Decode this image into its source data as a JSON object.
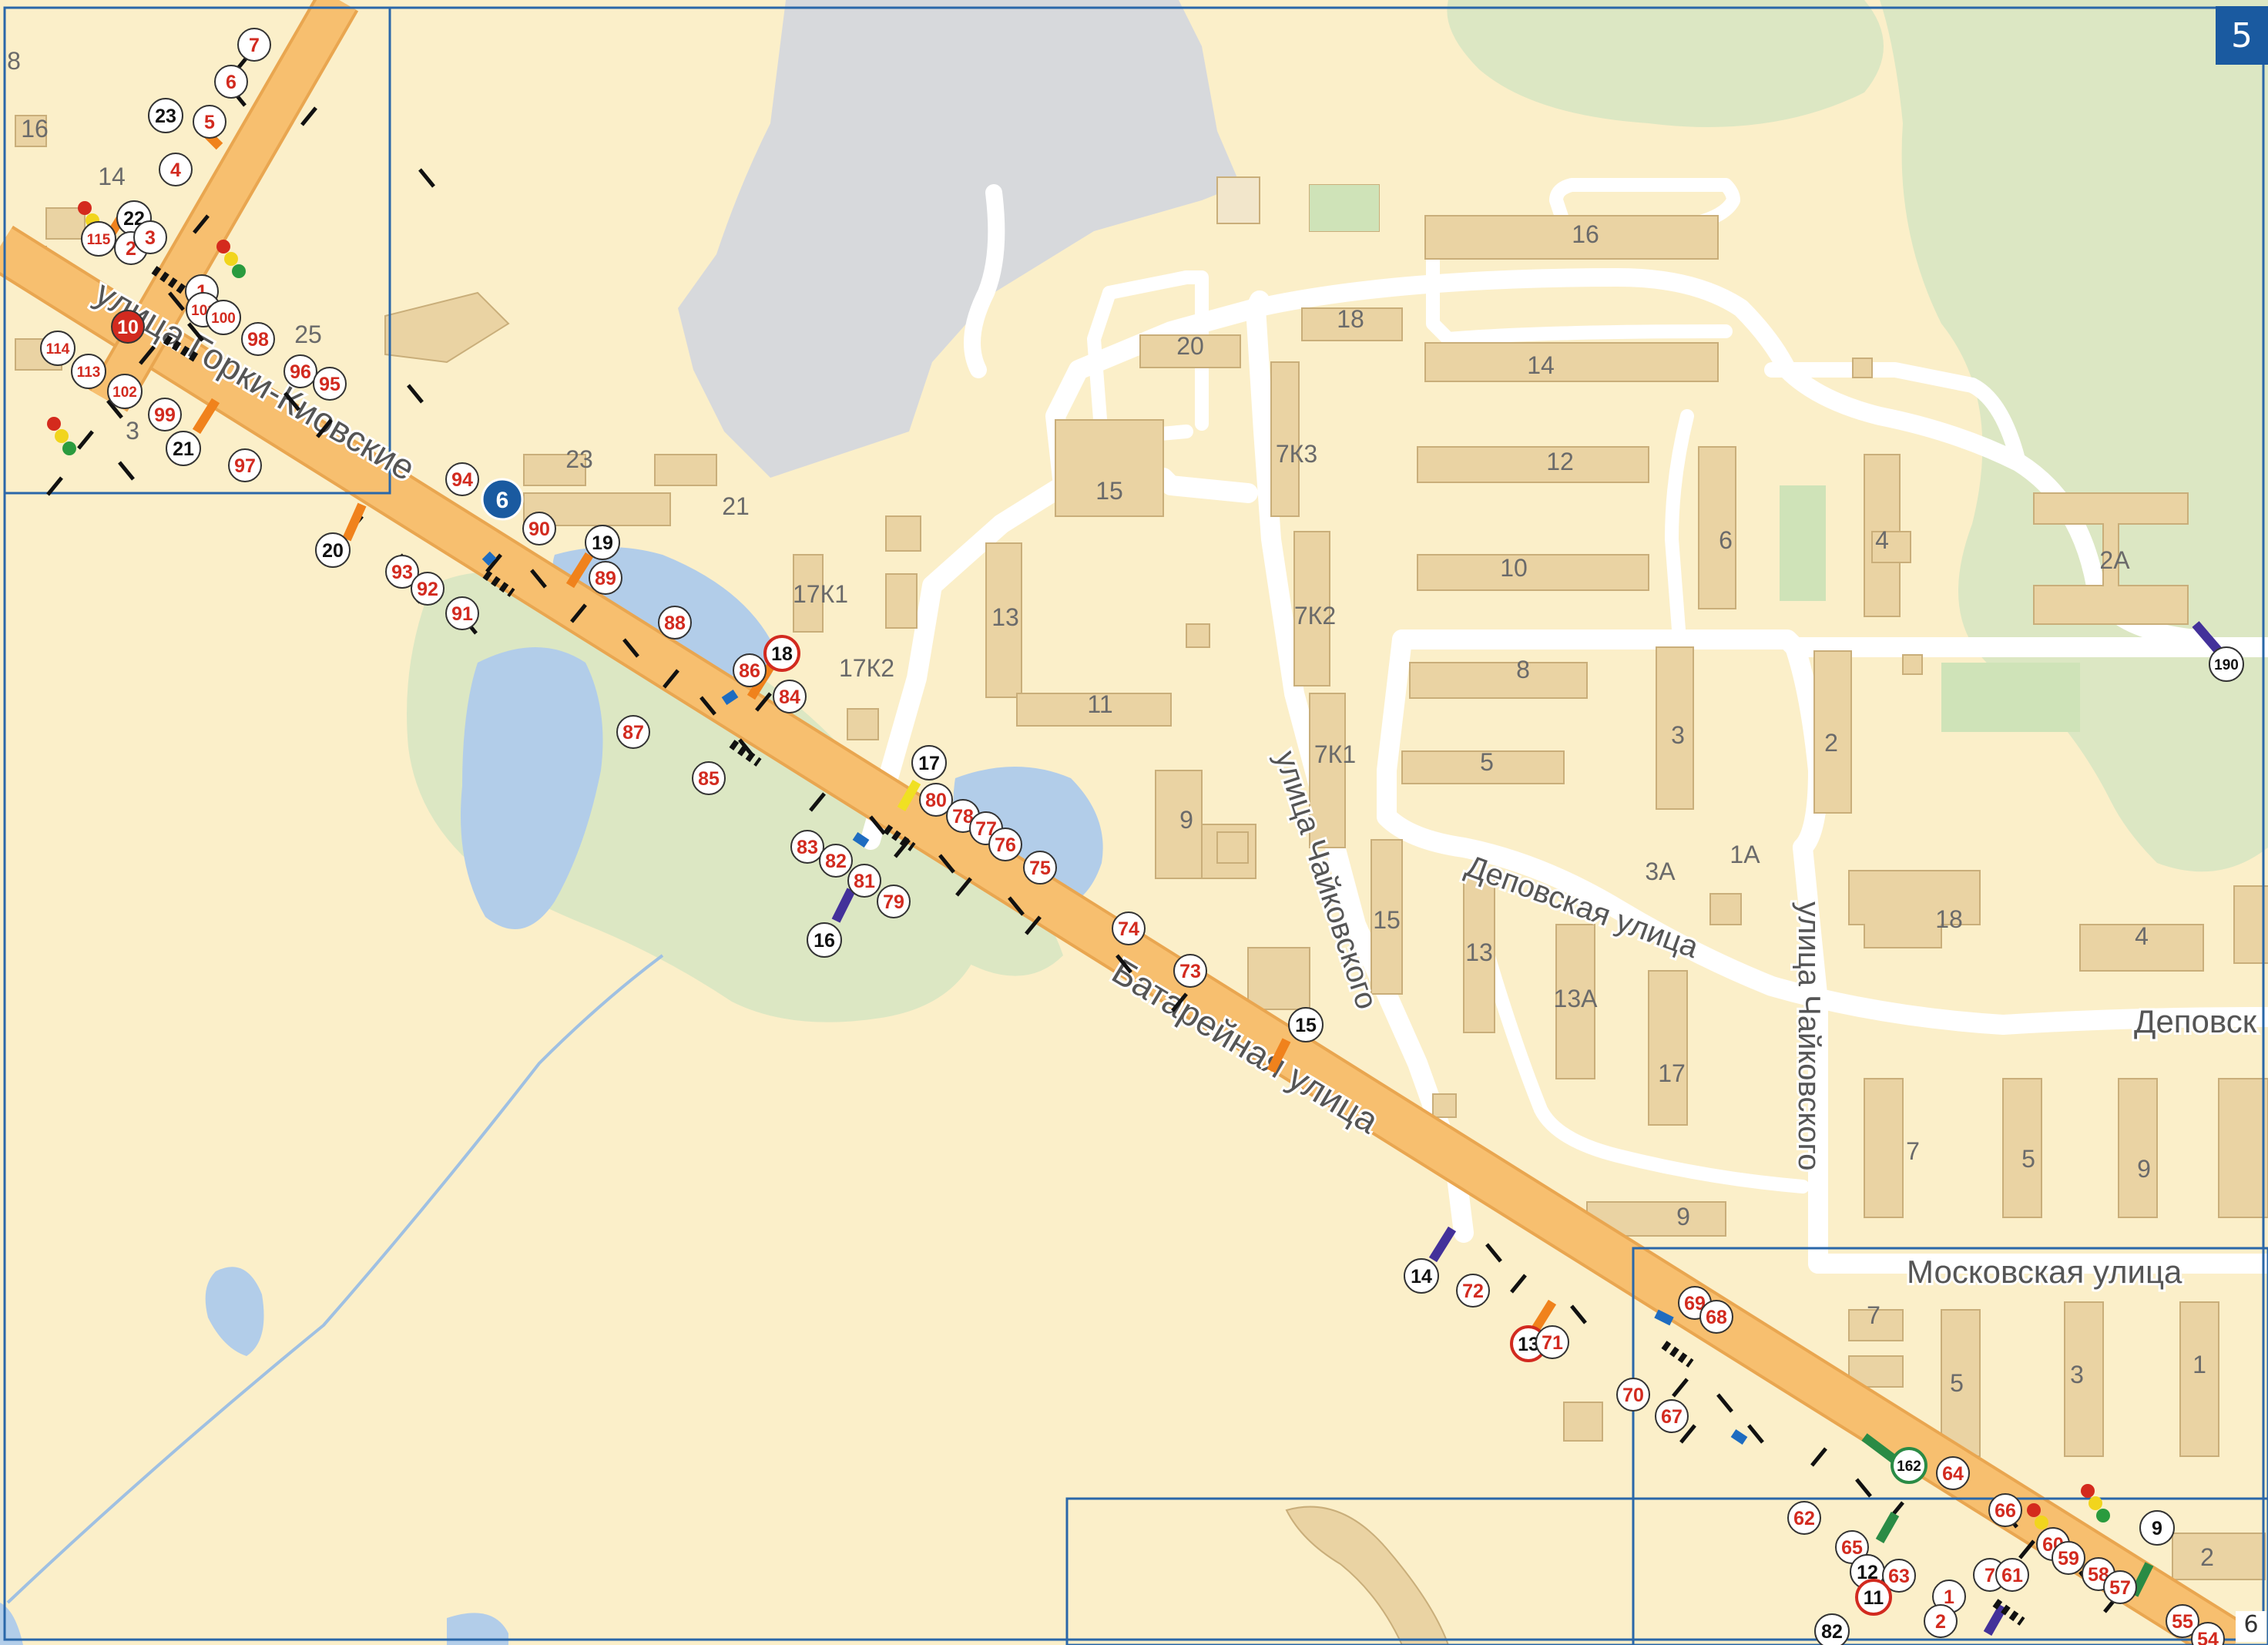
{
  "page_number": "5",
  "corner_number": "6",
  "colors": {
    "background": "#fbefc9",
    "road_main": "#f7bf6f",
    "street": "#ffffff",
    "building": "#ead3a3",
    "water": "#b2cde9",
    "forest": "#dce7c3",
    "industrial": "#d7d9dc",
    "frame": "#2a67a9",
    "label_red": "#d22a1f",
    "label_black": "#111111"
  },
  "streets": [
    "улица Горки-Киовские",
    "Батарейная улица",
    "улица Чайковского",
    "Деповская улица",
    "улица Чайковского",
    "Московская улица",
    "Деповск"
  ],
  "building_numbers": [
    "16",
    "14",
    "18",
    "20",
    "15",
    "7К3",
    "12",
    "23",
    "21",
    "17К1",
    "17К2",
    "13",
    "7К2",
    "10",
    "6",
    "4",
    "2А",
    "8",
    "11",
    "7К1",
    "3",
    "2",
    "5",
    "9",
    "3А",
    "1А",
    "15",
    "13",
    "18",
    "4",
    "13А",
    "17",
    "9",
    "7",
    "5",
    "9",
    "7",
    "5",
    "3",
    "1",
    "2",
    "16",
    "14",
    "25",
    "3",
    "8"
  ],
  "markers": [
    {
      "label": "7",
      "color": "red"
    },
    {
      "label": "6",
      "color": "red"
    },
    {
      "label": "23",
      "color": "black"
    },
    {
      "label": "5",
      "color": "red"
    },
    {
      "label": "4",
      "color": "red"
    },
    {
      "label": "22",
      "color": "black"
    },
    {
      "label": "115",
      "color": "red"
    },
    {
      "label": "2",
      "color": "red"
    },
    {
      "label": "3",
      "color": "red"
    },
    {
      "label": "1",
      "color": "red"
    },
    {
      "label": "101",
      "color": "red"
    },
    {
      "label": "100",
      "color": "red"
    },
    {
      "label": "10",
      "color": "red"
    },
    {
      "label": "114",
      "color": "red"
    },
    {
      "label": "113",
      "color": "red"
    },
    {
      "label": "102",
      "color": "red"
    },
    {
      "label": "98",
      "color": "red"
    },
    {
      "label": "96",
      "color": "red"
    },
    {
      "label": "95",
      "color": "red"
    },
    {
      "label": "99",
      "color": "red"
    },
    {
      "label": "21",
      "color": "black"
    },
    {
      "label": "97",
      "color": "red"
    },
    {
      "label": "20",
      "color": "black"
    },
    {
      "label": "94",
      "color": "red"
    },
    {
      "label": "6",
      "color": "blue"
    },
    {
      "label": "90",
      "color": "red"
    },
    {
      "label": "93",
      "color": "red"
    },
    {
      "label": "92",
      "color": "red"
    },
    {
      "label": "91",
      "color": "red"
    },
    {
      "label": "19",
      "color": "black"
    },
    {
      "label": "89",
      "color": "red"
    },
    {
      "label": "88",
      "color": "red"
    },
    {
      "label": "18",
      "color": "black"
    },
    {
      "label": "86",
      "color": "red"
    },
    {
      "label": "84",
      "color": "red"
    },
    {
      "label": "87",
      "color": "red"
    },
    {
      "label": "85",
      "color": "red"
    },
    {
      "label": "17",
      "color": "black"
    },
    {
      "label": "80",
      "color": "red"
    },
    {
      "label": "78",
      "color": "red"
    },
    {
      "label": "77",
      "color": "red"
    },
    {
      "label": "76",
      "color": "red"
    },
    {
      "label": "75",
      "color": "red"
    },
    {
      "label": "83",
      "color": "red"
    },
    {
      "label": "82",
      "color": "red"
    },
    {
      "label": "81",
      "color": "red"
    },
    {
      "label": "79",
      "color": "red"
    },
    {
      "label": "16",
      "color": "black"
    },
    {
      "label": "74",
      "color": "red"
    },
    {
      "label": "73",
      "color": "red"
    },
    {
      "label": "15",
      "color": "black"
    },
    {
      "label": "190",
      "color": "black"
    },
    {
      "label": "14",
      "color": "black"
    },
    {
      "label": "72",
      "color": "red"
    },
    {
      "label": "13",
      "color": "black"
    },
    {
      "label": "71",
      "color": "red"
    },
    {
      "label": "69",
      "color": "red"
    },
    {
      "label": "68",
      "color": "red"
    },
    {
      "label": "70",
      "color": "red"
    },
    {
      "label": "67",
      "color": "red"
    },
    {
      "label": "162",
      "color": "black"
    },
    {
      "label": "64",
      "color": "red"
    },
    {
      "label": "66",
      "color": "red"
    },
    {
      "label": "62",
      "color": "red"
    },
    {
      "label": "9",
      "color": "black"
    },
    {
      "label": "65",
      "color": "red"
    },
    {
      "label": "60",
      "color": "red"
    },
    {
      "label": "59",
      "color": "red"
    },
    {
      "label": "12",
      "color": "black"
    },
    {
      "label": "63",
      "color": "red"
    },
    {
      "label": "7",
      "color": "red"
    },
    {
      "label": "61",
      "color": "red"
    },
    {
      "label": "58",
      "color": "red"
    },
    {
      "label": "57",
      "color": "red"
    },
    {
      "label": "11",
      "color": "black"
    },
    {
      "label": "1",
      "color": "red"
    },
    {
      "label": "2",
      "color": "red"
    },
    {
      "label": "82",
      "color": "black"
    },
    {
      "label": "55",
      "color": "red"
    },
    {
      "label": "54",
      "color": "red"
    }
  ]
}
